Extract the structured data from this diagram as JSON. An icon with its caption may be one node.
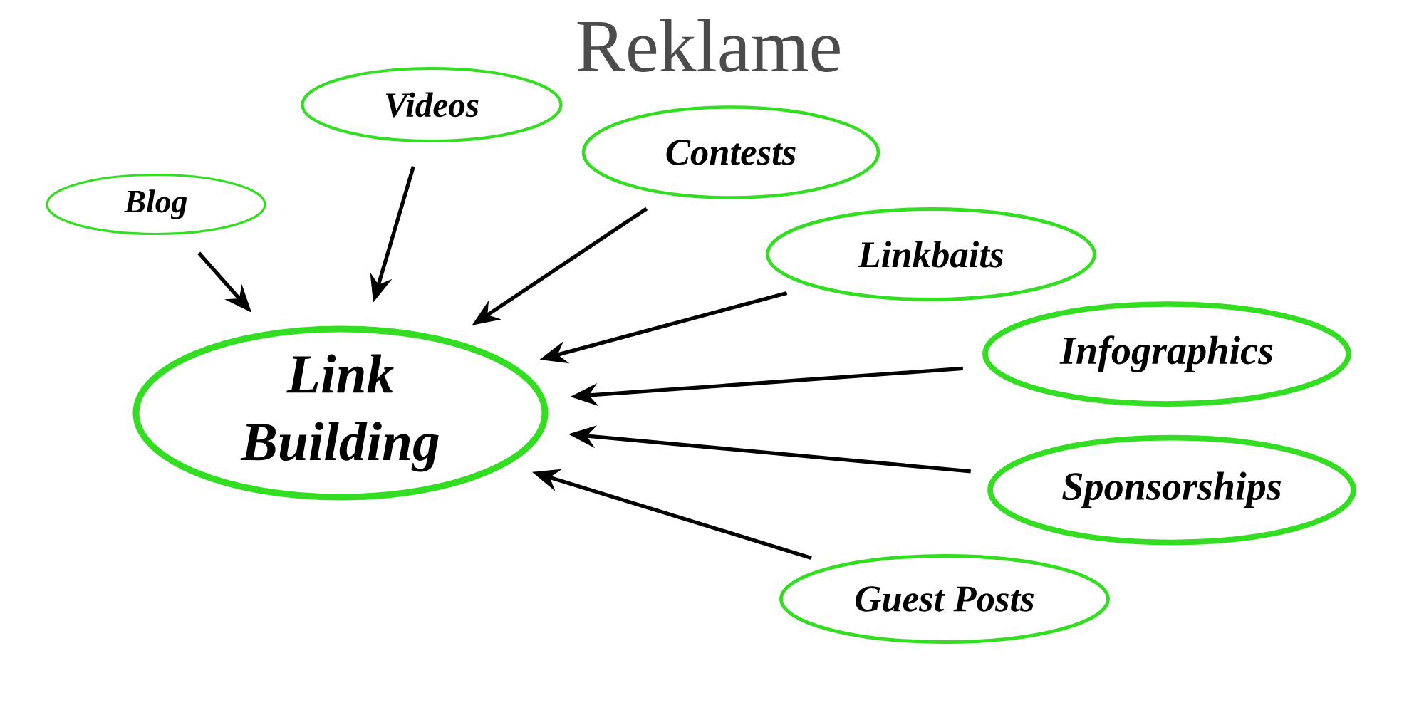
{
  "diagram": {
    "title": "Reklame",
    "nodes": [
      {
        "text": [
          "Link Building"
        ]
      },
      {
        "text": [
          "Blog"
        ]
      },
      {
        "text": [
          "Videos"
        ]
      },
      {
        "text": [
          "Contests"
        ]
      },
      {
        "text": [
          "Linkbaits"
        ]
      },
      {
        "text": [
          "Infographics"
        ]
      },
      {
        "text": [
          "Sponsorships"
        ]
      },
      {
        "text": [
          "Guest Posts"
        ]
      }
    ],
    "edges": [
      {
        "from": 1,
        "to": 0,
        "arrow": "to"
      },
      {
        "from": 2,
        "to": 0,
        "arrow": "to"
      },
      {
        "from": 3,
        "to": 0,
        "arrow": "to"
      },
      {
        "from": 4,
        "to": 0,
        "arrow": "to"
      },
      {
        "from": 5,
        "to": 0,
        "arrow": "to"
      },
      {
        "from": 6,
        "to": 0,
        "arrow": "to"
      },
      {
        "from": 7,
        "to": 0,
        "arrow": "to"
      }
    ]
  }
}
